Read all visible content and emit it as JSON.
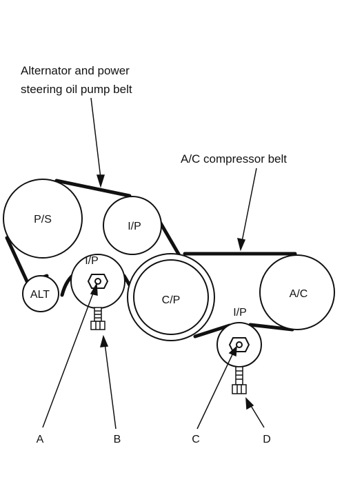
{
  "callouts": {
    "alt_ps_belt_line1": "Alternator and power",
    "alt_ps_belt_line2": "steering oil pump belt",
    "ac_belt": "A/C compressor belt"
  },
  "pulleys": {
    "ps": "P/S",
    "ip_upper": "I/P",
    "alt": "ALT",
    "ip_left": "I/P",
    "cp": "C/P",
    "ac": "A/C",
    "ip_lower": "I/P"
  },
  "letters": {
    "a": "A",
    "b": "B",
    "c": "C",
    "d": "D"
  },
  "colors": {
    "ink": "#111111",
    "background": "#ffffff"
  }
}
